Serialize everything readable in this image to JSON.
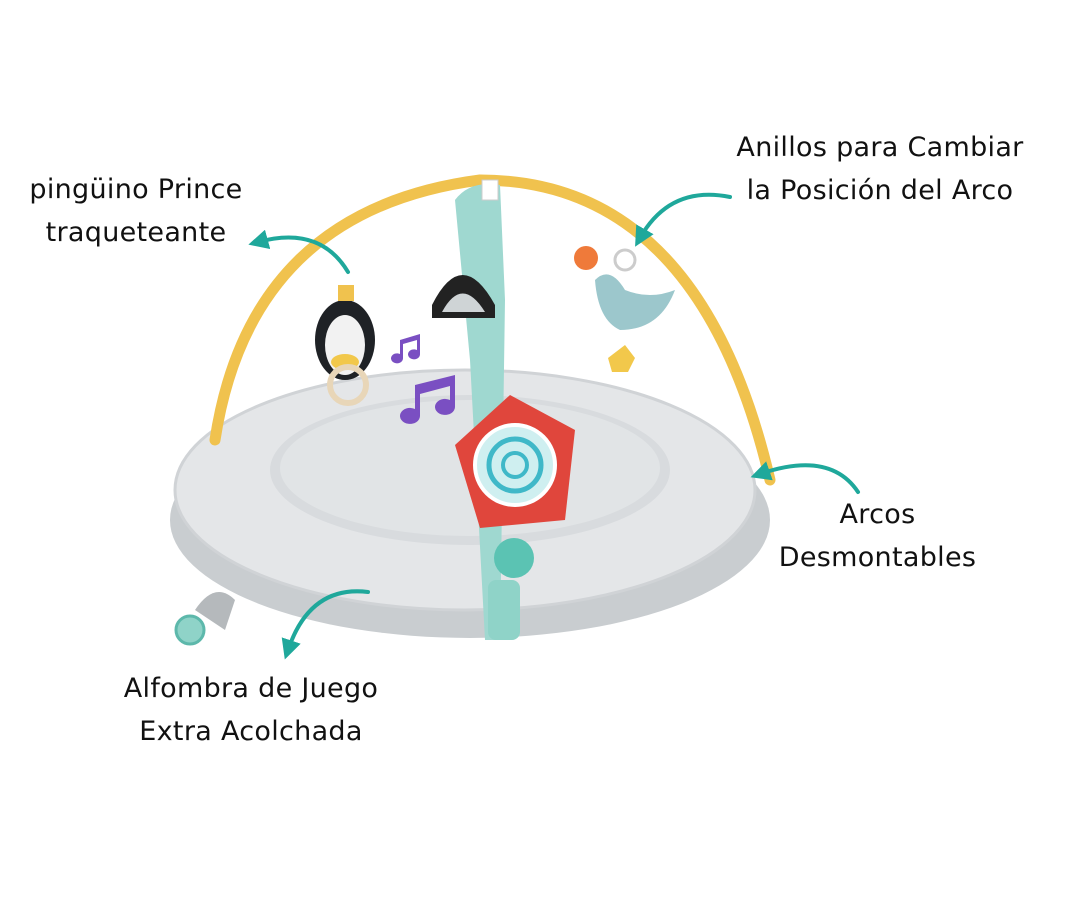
{
  "labels": {
    "penguin": {
      "line1": "pingüino Prince",
      "line2": "traqueteante"
    },
    "rings": {
      "line1": "Anillos para Cambiar",
      "line2": "la Posición del Arco"
    },
    "arches": {
      "line1": "Arcos",
      "line2": "Desmontables"
    },
    "mat": {
      "line1": "Alfombra de Juego",
      "line2": "Extra Acolchada"
    }
  },
  "colors": {
    "arrow": "#1fa89b",
    "arch": "#f0c24e",
    "mat": "#dfe2e4",
    "pole": "#9fd8d0",
    "panel": "#e0463c",
    "notes": "#7a4fc2"
  }
}
